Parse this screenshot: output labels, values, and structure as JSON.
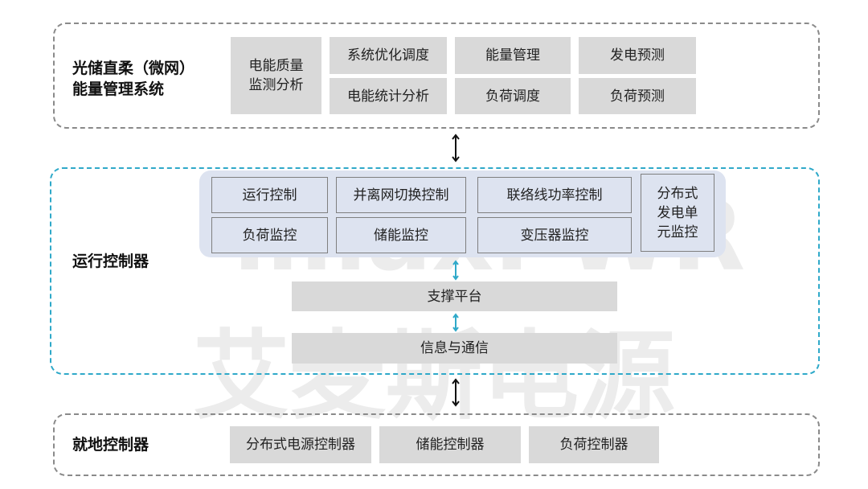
{
  "watermark": {
    "latin": "imaxPWR",
    "chinese": "艾麦斯电源"
  },
  "ems": {
    "title_line1": "光储直柔（微网）",
    "title_line2": "能量管理系统",
    "modules": [
      "电能质量监测分析",
      "系统优化调度",
      "电能统计分析",
      "能量管理",
      "负荷调度",
      "发电预测",
      "负荷预测"
    ]
  },
  "controller": {
    "title": "运行控制器",
    "functions": [
      "运行控制",
      "负荷监控",
      "并离网切换控制",
      "储能监控",
      "联络线功率控制",
      "变压器监控",
      "分布式发电单元监控"
    ],
    "support_platform": "支撑平台",
    "communication": "信息与通信"
  },
  "local": {
    "title": "就地控制器",
    "controllers": [
      "分布式电源控制器",
      "储能控制器",
      "负荷控制器"
    ]
  },
  "colors": {
    "cell": "#d9d9d9",
    "panel": "#dde3f0",
    "teal": "#2fa9c9",
    "dash": "#8a8a8a"
  }
}
